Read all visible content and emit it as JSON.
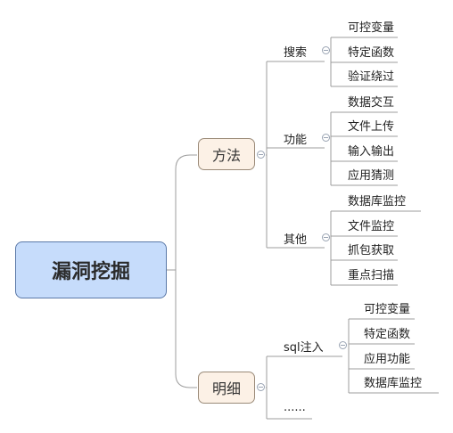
{
  "root": {
    "label": "漏洞挖掘"
  },
  "branches": [
    {
      "label": "方法",
      "children": [
        {
          "label": "搜索",
          "leaves": [
            "可控变量",
            "特定函数",
            "验证绕过"
          ]
        },
        {
          "label": "功能",
          "leaves": [
            "数据交互",
            "文件上传",
            "输入输出",
            "应用猜测"
          ]
        },
        {
          "label": "其他",
          "leaves": [
            "数据库监控",
            "文件监控",
            "抓包获取",
            "重点扫描"
          ]
        }
      ]
    },
    {
      "label": "明细",
      "children": [
        {
          "label": "sql注入",
          "leaves": [
            "可控变量",
            "特定函数",
            "应用功能",
            "数据库监控"
          ]
        },
        {
          "label": "......",
          "leaves": []
        }
      ]
    }
  ],
  "colors": {
    "root_fill": "#c6dcfb",
    "branch_fill": "#fcf1e6",
    "line": "#9c9c9c"
  }
}
